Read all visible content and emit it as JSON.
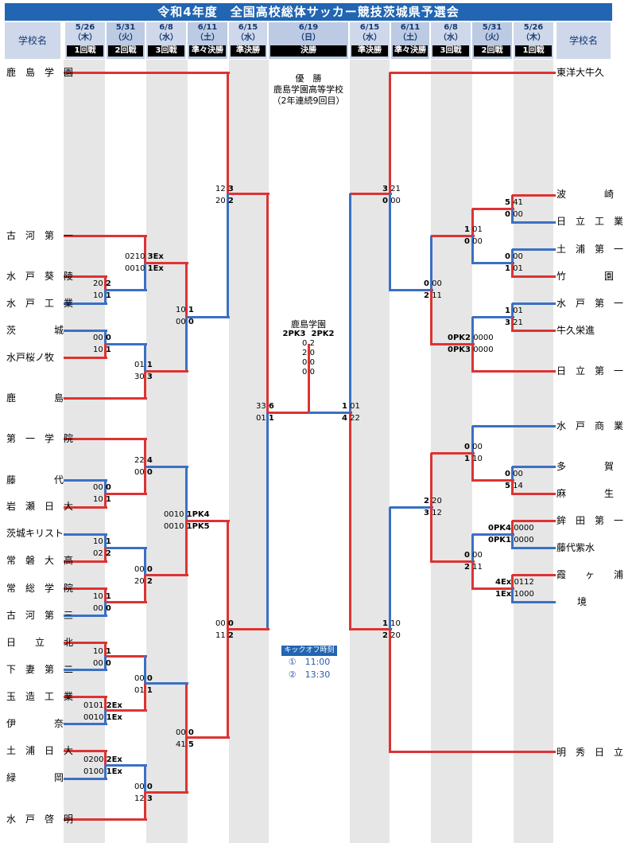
{
  "title": "令和4年度　全国高校総体サッカー競技茨城県予選会",
  "school_header": "学校名",
  "rounds_left": [
    {
      "date": "5/26",
      "weekday": "（木）",
      "label": "1回戦"
    },
    {
      "date": "5/31",
      "weekday": "（火）",
      "label": "2回戦"
    },
    {
      "date": "6/8",
      "weekday": "（水）",
      "label": "3回戦"
    },
    {
      "date": "6/11",
      "weekday": "（土）",
      "label": "準々決勝"
    },
    {
      "date": "6/15",
      "weekday": "（水）",
      "label": "準決勝"
    }
  ],
  "final_round": {
    "date": "6/19",
    "weekday": "（日）",
    "label": "決勝"
  },
  "rounds_right": [
    {
      "date": "6/15",
      "weekday": "（水）",
      "label": "準決勝"
    },
    {
      "date": "6/11",
      "weekday": "（土）",
      "label": "準々決勝"
    },
    {
      "date": "6/8",
      "weekday": "（水）",
      "label": "3回戦"
    },
    {
      "date": "5/31",
      "weekday": "（火）",
      "label": "2回戦"
    },
    {
      "date": "5/26",
      "weekday": "（木）",
      "label": "1回戦"
    }
  ],
  "champion": {
    "heading": "優　勝",
    "school": "鹿島学園高等学校",
    "note": "（2年連続9回目）"
  },
  "final": {
    "winner": "鹿島学園",
    "score_left": "2PK3",
    "score_right": "2PK2",
    "halves": [
      "0 2",
      "2 0",
      "0 0",
      "0 0"
    ]
  },
  "kickoff": {
    "heading": "キックオフ時刻",
    "times": [
      "①　11:00",
      "②　13:30"
    ]
  },
  "left_schools": [
    "鹿　島　学　園",
    "古　河　第　一",
    "水　戸　葵　陵",
    "水　戸　工　業",
    "茨　　　　城",
    "水戸桜ノ牧",
    "鹿　　　　島",
    "第　一　学　院",
    "藤　　　　代",
    "岩　瀬　日　大",
    "茨城キリスト",
    "常　磐　大　高",
    "常　総　学　院",
    "古　河　第　三",
    "日　　立　　北",
    "下　妻　第　二",
    "玉　造　工　業",
    "伊　　　　奈",
    "土　浦　日　大",
    "緑　　　　岡",
    "水　戸　啓　明"
  ],
  "right_schools": [
    "東洋大牛久",
    "波　　　　崎",
    "日　立　工　業",
    "土　浦　第　一",
    "竹　　　　園",
    "水　戸　第　一",
    "牛久栄進",
    "日　立　第　一",
    "水　戸　商　業",
    "多　　　　賀",
    "麻　　　　生",
    "鉾　田　第　一",
    "藤代紫水",
    "霞　　ヶ　　浦",
    "境",
    "明　秀　日　立"
  ],
  "scores": {
    "l_qf1_a": "12",
    "l_qf1_b": "20",
    "l_qf1_wa": "3",
    "l_qf1_wb": "2",
    "l_r3a_a": "0210",
    "l_r3a_b": "0010",
    "l_r3a_wa": "3Ex",
    "l_r3a_wb": "1Ex",
    "l_r1a_a": "20",
    "l_r1a_b": "10",
    "l_r1a_wa": "2",
    "l_r1a_wb": "1",
    "l_r1b_a": "00",
    "l_r1b_b": "10",
    "l_r1b_wa": "0",
    "l_r1b_wb": "1",
    "l_r2a_a": "01",
    "l_r2a_b": "30",
    "l_r2a_wa": "1",
    "l_r2a_wb": "3",
    "l_r4a_a": "10",
    "l_r4a_b": "00",
    "l_r4a_wa": "1",
    "l_r4a_wb": "0",
    "l_sf_a": "33",
    "l_sf_b": "01",
    "l_sf_wa": "6",
    "l_sf_wb": "1",
    "l_r2b_a": "22",
    "l_r2b_b": "00",
    "l_r2b_wa": "4",
    "l_r2b_wb": "0",
    "l_r1c_a": "00",
    "l_r1c_b": "10",
    "l_r1c_wa": "0",
    "l_r1c_wb": "1",
    "l_r3b_a": "0010",
    "l_r3b_b": "0010",
    "l_r3b_wa": "1PK4",
    "l_r3b_wb": "1PK5",
    "l_r1d_a": "10",
    "l_r1d_b": "02",
    "l_r1d_wa": "1",
    "l_r1d_wb": "2",
    "l_r2c_a": "00",
    "l_r2c_b": "20",
    "l_r2c_wa": "0",
    "l_r2c_wb": "2",
    "l_r1e_a": "10",
    "l_r1e_b": "00",
    "l_r1e_wa": "1",
    "l_r1e_wb": "0",
    "l_qf2_a": "00",
    "l_qf2_b": "11",
    "l_qf2_wa": "0",
    "l_qf2_wb": "2",
    "l_r1f_a": "10",
    "l_r1f_b": "00",
    "l_r1f_wa": "1",
    "l_r1f_wb": "0",
    "l_r2d_a": "00",
    "l_r2d_b": "01",
    "l_r2d_wa": "0",
    "l_r2d_wb": "1",
    "l_r1g_a": "0101",
    "l_r1g_b": "0010",
    "l_r1g_wa": "2Ex",
    "l_r1g_wb": "1Ex",
    "l_r3c_a": "00",
    "l_r3c_b": "41",
    "l_r3c_wa": "0",
    "l_r3c_wb": "5",
    "l_r1h_a": "0200",
    "l_r1h_b": "0100",
    "l_r1h_wa": "2Ex",
    "l_r1h_wb": "1Ex",
    "l_r2e_a": "00",
    "l_r2e_b": "12",
    "l_r2e_wa": "0",
    "l_r2e_wb": "3",
    "r_qf1_a": "21",
    "r_qf1_b": "00",
    "r_qf1_wa": "3",
    "r_qf1_wb": "0",
    "r_r1a_a": "41",
    "r_r1a_b": "00",
    "r_r1a_wa": "5",
    "r_r1a_wb": "0",
    "r_r2a_a": "01",
    "r_r2a_b": "00",
    "r_r2a_wa": "1",
    "r_r2a_wb": "0",
    "r_r1b_a": "00",
    "r_r1b_b": "01",
    "r_r1b_wa": "0",
    "r_r1b_wb": "1",
    "r_r3a_a": "00",
    "r_r3a_b": "11",
    "r_r3a_wa": "0",
    "r_r3a_wb": "2",
    "r_r1c_a": "01",
    "r_r1c_b": "21",
    "r_r1c_wa": "1",
    "r_r1c_wb": "3",
    "r_r2b_a": "0000",
    "r_r2b_b": "0000",
    "r_r2b_wa": "0PK2",
    "r_r2b_wb": "0PK3",
    "r_sf_a": "01",
    "r_sf_b": "22",
    "r_sf_wa": "1",
    "r_sf_wb": "4",
    "r_r2c_a": "00",
    "r_r2c_b": "10",
    "r_r2c_wa": "0",
    "r_r2c_wb": "1",
    "r_r1d_a": "00",
    "r_r1d_b": "14",
    "r_r1d_wa": "0",
    "r_r1d_wb": "5",
    "r_r3b_a": "20",
    "r_r3b_b": "12",
    "r_r3b_wa": "2",
    "r_r3b_wb": "3",
    "r_r1e_a": "0000",
    "r_r1e_b": "0000",
    "r_r1e_wa": "0PK4",
    "r_r1e_wb": "0PK1",
    "r_r2d_a": "00",
    "r_r2d_b": "11",
    "r_r2d_wa": "0",
    "r_r2d_wb": "2",
    "r_r1f_a": "0112",
    "r_r1f_b": "1000",
    "r_r1f_wa": "4Ex",
    "r_r1f_wb": "1Ex",
    "r_qf2_a": "10",
    "r_qf2_b": "20",
    "r_qf2_wa": "1",
    "r_qf2_wb": "2"
  },
  "colors": {
    "win": "#dd3333",
    "lose": "#3b70c4",
    "header": "#2165b3"
  }
}
